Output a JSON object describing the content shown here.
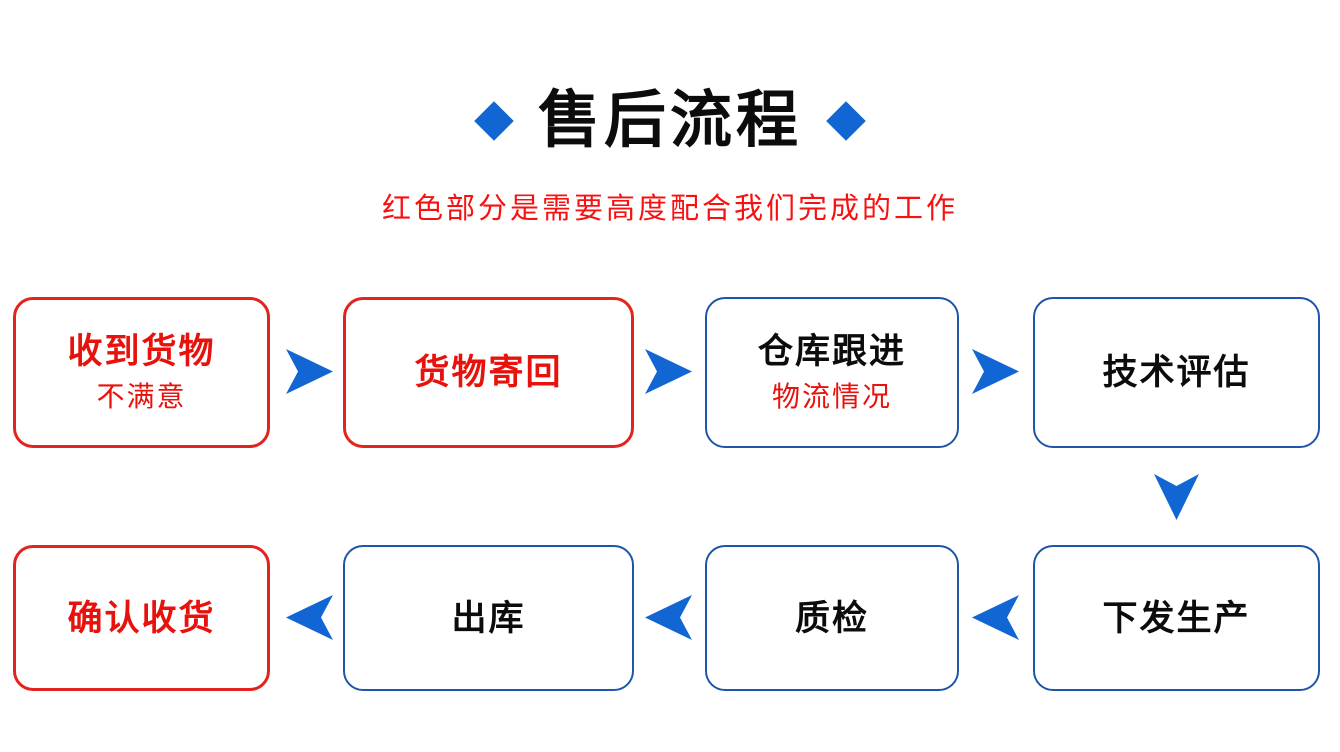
{
  "title": {
    "text": "售后流程",
    "left_icon": "diamond-icon",
    "right_icon": "diamond-icon"
  },
  "subtitle": "红色部分是需要高度配合我们完成的工作",
  "colors": {
    "accent_blue": "#1266d3",
    "box_border_blue": "#1e56a9",
    "box_border_red": "#e3231e",
    "red_text": "#e8120c",
    "subtitle_red": "#f71111",
    "black_text": "#0c0c0c",
    "background": "#ffffff"
  },
  "flow": {
    "top_row": [
      {
        "id": "receive-goods",
        "title": "收到货物",
        "subtitle": "不满意",
        "border": "red",
        "title_color": "red",
        "subtitle_color": "red"
      },
      {
        "id": "goods-returned",
        "title": "货物寄回",
        "subtitle": "",
        "border": "red",
        "title_color": "red",
        "subtitle_color": ""
      },
      {
        "id": "warehouse-follow-up",
        "title": "仓库跟进",
        "subtitle": "物流情况",
        "border": "blue",
        "title_color": "black",
        "subtitle_color": "red"
      },
      {
        "id": "technical-evaluation",
        "title": "技术评估",
        "subtitle": "",
        "border": "blue",
        "title_color": "black",
        "subtitle_color": ""
      }
    ],
    "bottom_row": [
      {
        "id": "confirm-receipt",
        "title": "确认收货",
        "subtitle": "",
        "border": "red",
        "title_color": "red",
        "subtitle_color": ""
      },
      {
        "id": "outbound",
        "title": "出库",
        "subtitle": "",
        "border": "blue",
        "title_color": "black",
        "subtitle_color": ""
      },
      {
        "id": "quality-inspection",
        "title": "质检",
        "subtitle": "",
        "border": "blue",
        "title_color": "black",
        "subtitle_color": ""
      },
      {
        "id": "issue-to-production",
        "title": "下发生产",
        "subtitle": "",
        "border": "blue",
        "title_color": "black",
        "subtitle_color": ""
      }
    ],
    "arrow_directions": {
      "top_row": "right",
      "connector": "down",
      "bottom_row": "left"
    }
  }
}
